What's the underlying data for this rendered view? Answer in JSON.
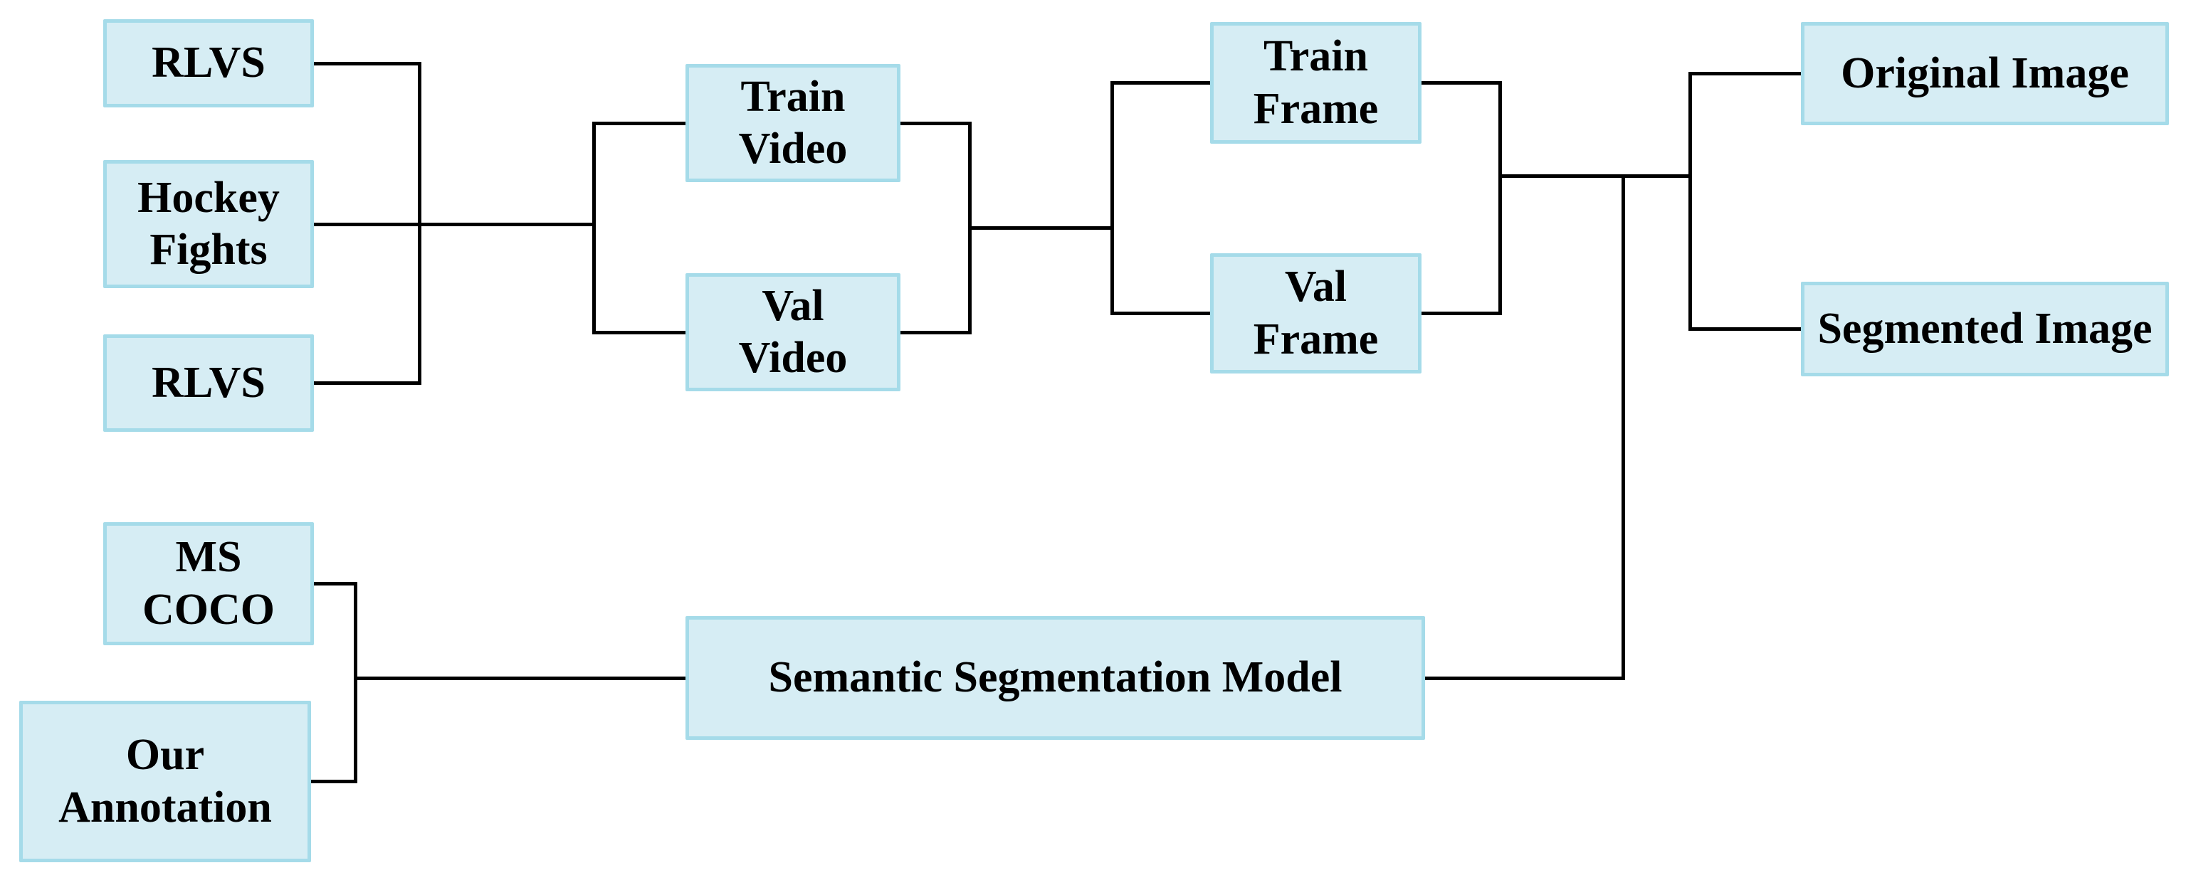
{
  "diagram": {
    "description": "Dataset preparation flowchart: video datasets split into train/val videos and frames, combined with a semantic segmentation model trained on MS COCO and custom annotations, producing original and segmented images",
    "colors": {
      "background": "#ffffff",
      "node_fill": "#d6edf4",
      "node_border": "#a5dbe9",
      "connector": "#000000",
      "text": "#000000"
    },
    "nodes": [
      {
        "id": "rlvs-top",
        "label": "RLVS"
      },
      {
        "id": "hockey-fights",
        "label": "Hockey\nFights"
      },
      {
        "id": "rlvs-bottom",
        "label": "RLVS"
      },
      {
        "id": "ms-coco",
        "label": "MS\nCOCO"
      },
      {
        "id": "our-annotation",
        "label": "Our\nAnnotation"
      },
      {
        "id": "train-video",
        "label": "Train\nVideo"
      },
      {
        "id": "val-video",
        "label": "Val\nVideo"
      },
      {
        "id": "train-frame",
        "label": "Train\nFrame"
      },
      {
        "id": "val-frame",
        "label": "Val\nFrame"
      },
      {
        "id": "original-image",
        "label": "Original Image"
      },
      {
        "id": "segmented-image",
        "label": "Segmented Image"
      },
      {
        "id": "semantic-segmentation-model",
        "label": "Semantic Segmentation Model"
      }
    ]
  }
}
